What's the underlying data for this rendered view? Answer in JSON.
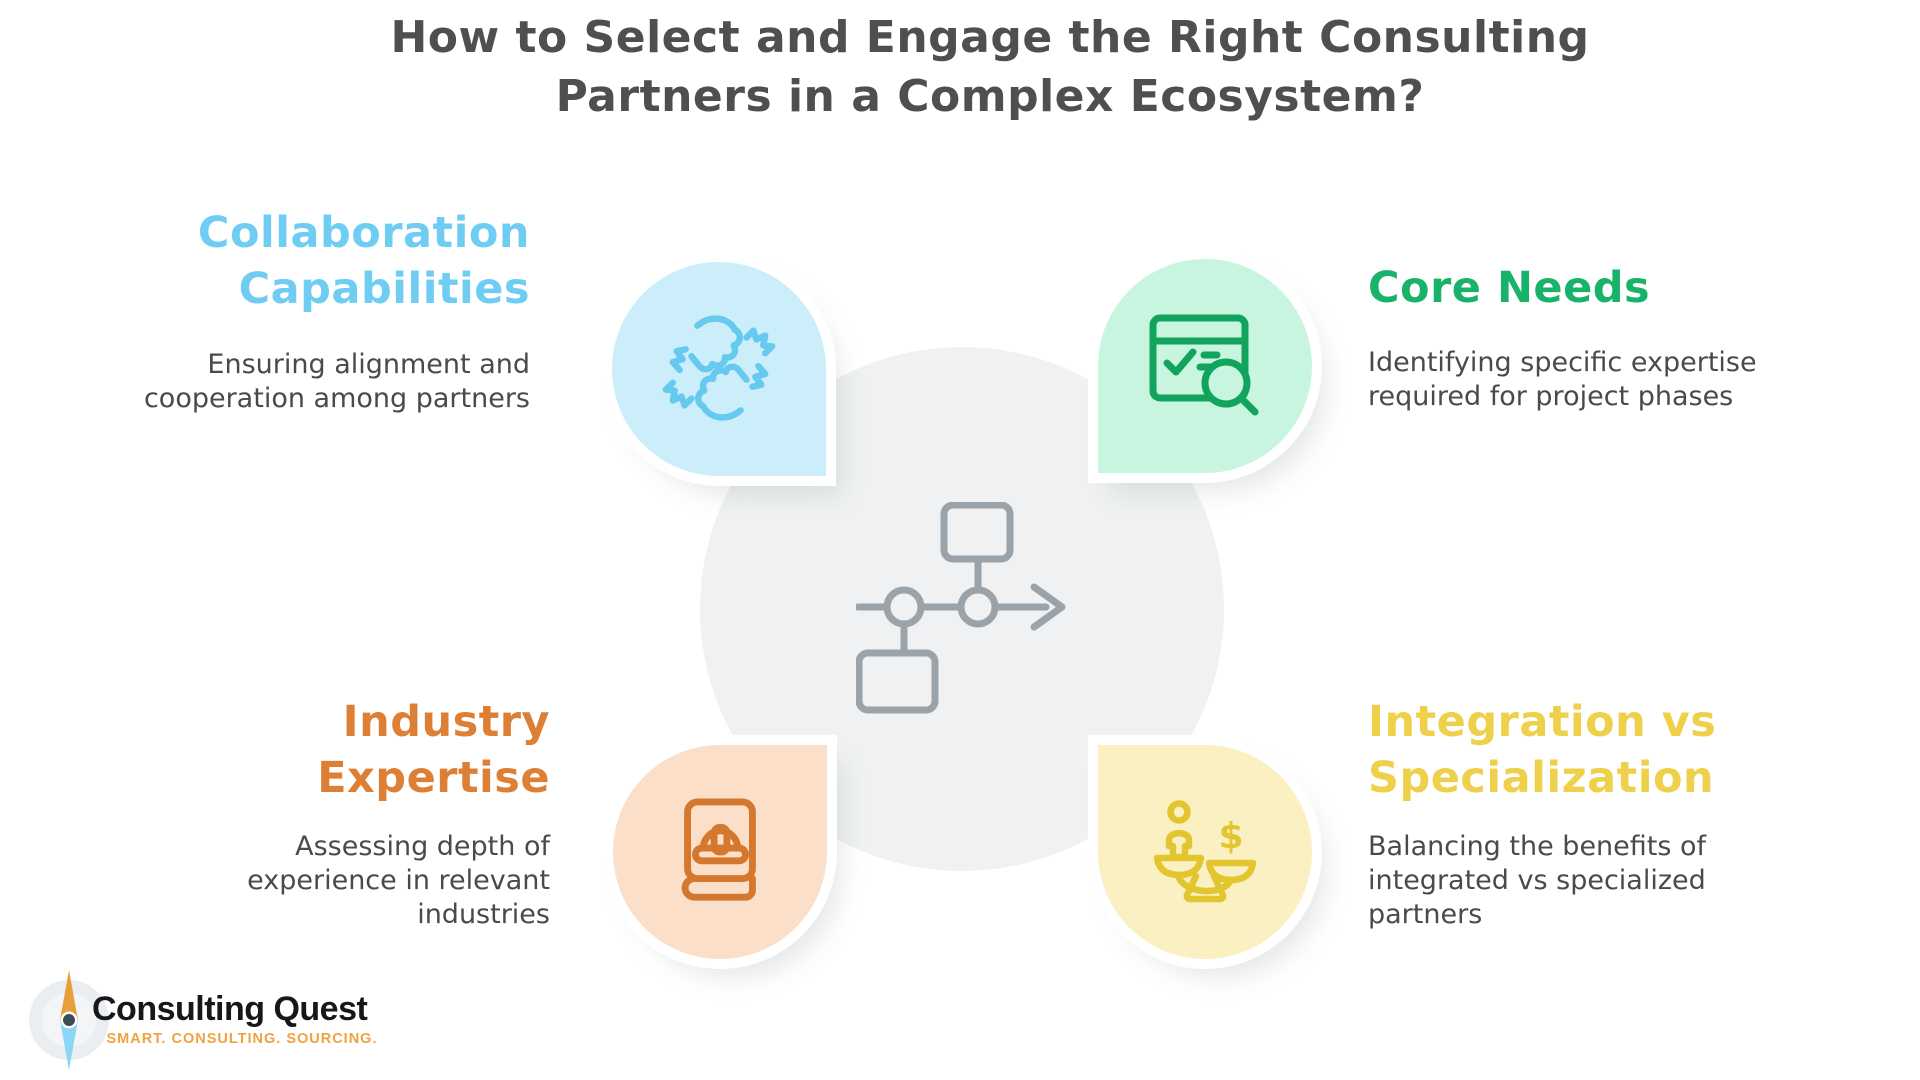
{
  "title": {
    "lines": [
      "How to Select and Engage the Right Consulting",
      "Partners in a Complex Ecosystem?"
    ],
    "color": "#4F4F4F"
  },
  "quadrants": [
    {
      "id": "collaboration-capabilities",
      "title_lines": [
        "Collaboration",
        "Capabilities"
      ],
      "description": "Ensuring alignment and cooperation among partners",
      "accent_color": "#6FCDF3",
      "blob_color": "#CCEEFB",
      "icon_color": "#66C9F0",
      "icon": "fist-bump-icon",
      "position": "top-left"
    },
    {
      "id": "core-needs",
      "title_lines": [
        "Core Needs"
      ],
      "description": "Identifying specific expertise required for project phases",
      "accent_color": "#19B269",
      "blob_color": "#C8F5E0",
      "icon_color": "#12A45C",
      "icon": "checklist-search-icon",
      "position": "top-right"
    },
    {
      "id": "industry-expertise",
      "title_lines": [
        "Industry",
        "Expertise"
      ],
      "description": "Assessing depth of experience in relevant industries",
      "accent_color": "#DD7F35",
      "blob_color": "#FCDFC8",
      "icon_color": "#D4782F",
      "icon": "hardhat-book-icon",
      "position": "bottom-left"
    },
    {
      "id": "integration-vs-specialization",
      "title_lines": [
        "Integration vs",
        "Specialization"
      ],
      "description": "Balancing the benefits of integrated vs specialized partners",
      "accent_color": "#EED04B",
      "blob_color": "#FAF0C2",
      "icon_color": "#E3C52F",
      "icon": "balance-scale-icon",
      "position": "bottom-right"
    }
  ],
  "center": {
    "icon": "flowchart-icon",
    "circle_color": "#EFF1F2",
    "icon_color": "#9AA3AA"
  },
  "logo": {
    "name": "Consulting Quest",
    "tagline": "SMART. CONSULTING. SOURCING.",
    "name_color": "#15171A",
    "tagline_color": "#F0A23E",
    "needle_top_color": "#E69F3B",
    "needle_bottom_color": "#8AD6F4"
  }
}
